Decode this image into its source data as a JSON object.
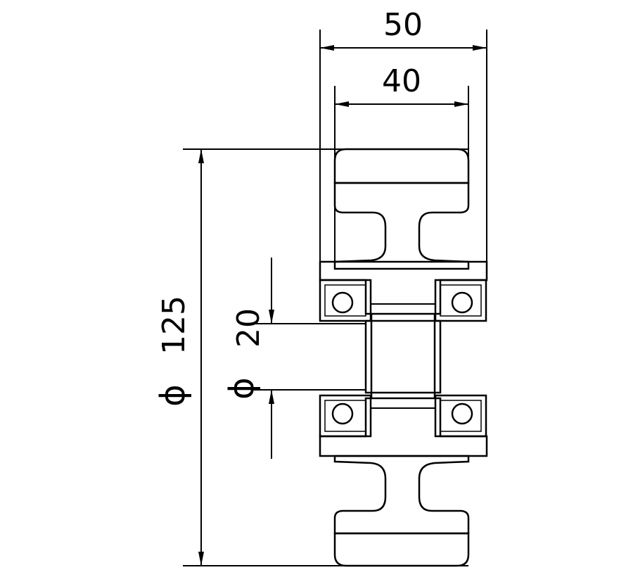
{
  "dimensions": {
    "overall_width": "50",
    "tread_width": "40",
    "outer_diameter": "125",
    "bore_diameter": "20",
    "diameter_symbol": "ϕ"
  }
}
